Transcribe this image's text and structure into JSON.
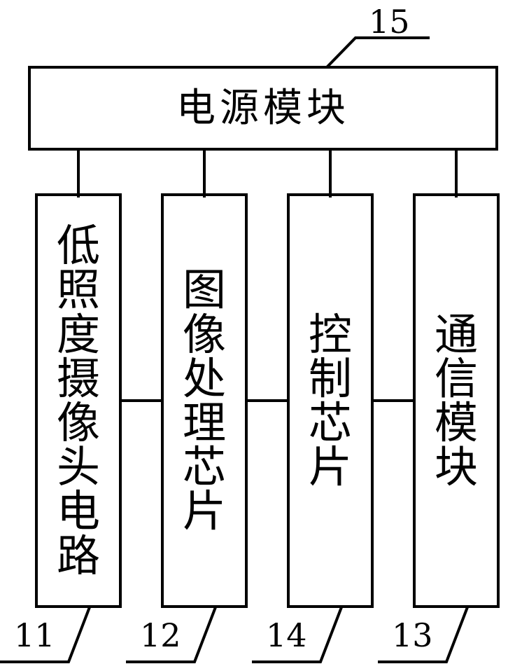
{
  "diagram": {
    "type": "block-diagram",
    "background_color": "#ffffff",
    "line_color": "#000000",
    "blocks": [
      {
        "id": "power-module",
        "label": "电源模块",
        "ref": "15",
        "orientation": "horizontal",
        "chars": [
          "电",
          "源",
          "模",
          "块"
        ]
      },
      {
        "id": "low-light-camera-circuit",
        "label": "低照度摄像头电路",
        "ref": "11",
        "orientation": "vertical",
        "chars": [
          "低",
          "照",
          "度",
          "摄",
          "像",
          "头",
          "电",
          "路"
        ]
      },
      {
        "id": "image-processing-chip",
        "label": "图像处理芯片",
        "ref": "12",
        "orientation": "vertical",
        "chars": [
          "图",
          "像",
          "处",
          "理",
          "芯",
          "片"
        ]
      },
      {
        "id": "control-chip",
        "label": "控制芯片",
        "ref": "14",
        "orientation": "vertical",
        "chars": [
          "控",
          "制",
          "芯",
          "片"
        ]
      },
      {
        "id": "communication-module",
        "label": "通信模块",
        "ref": "13",
        "orientation": "vertical",
        "chars": [
          "通",
          "信",
          "模",
          "块"
        ]
      }
    ],
    "reference_numerals": {
      "power": "15",
      "camera": "11",
      "image": "12",
      "control": "14",
      "communication": "13"
    },
    "connections": [
      {
        "from": "power-module",
        "to": "low-light-camera-circuit",
        "style": "vertical-line"
      },
      {
        "from": "power-module",
        "to": "image-processing-chip",
        "style": "vertical-line"
      },
      {
        "from": "power-module",
        "to": "control-chip",
        "style": "vertical-line"
      },
      {
        "from": "power-module",
        "to": "communication-module",
        "style": "vertical-line"
      },
      {
        "from": "low-light-camera-circuit",
        "to": "image-processing-chip",
        "style": "horizontal-line"
      },
      {
        "from": "image-processing-chip",
        "to": "control-chip",
        "style": "horizontal-line"
      },
      {
        "from": "control-chip",
        "to": "communication-module",
        "style": "horizontal-line"
      }
    ]
  }
}
